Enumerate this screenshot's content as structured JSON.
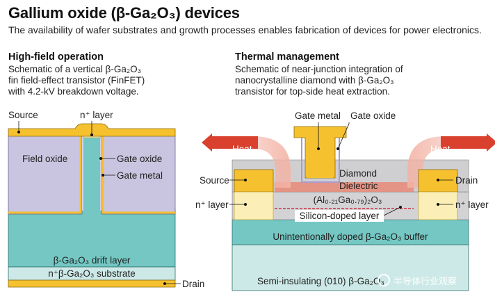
{
  "header": {
    "title": "Gallium oxide (β-Ga₂O₃) devices",
    "subtitle": "The availability of wafer substrates and growth processes enables fabrication of devices for power electronics."
  },
  "left_panel": {
    "title": "High-field operation",
    "description": [
      "Schematic of a vertical β-Ga₂O₃",
      "fin field-effect transistor (FinFET)",
      "with 4.2-kV breakdown voltage."
    ],
    "labels": {
      "source": "Source",
      "n_layer": "n⁺ layer",
      "field_oxide": "Field oxide",
      "gate_oxide": "Gate oxide",
      "gate_metal": "Gate metal",
      "drift_layer": "β-Ga₂O₃ drift layer",
      "substrate": "n⁺β-Ga₂O₃ substrate",
      "drain": "Drain"
    }
  },
  "right_panel": {
    "title": "Thermal management",
    "description": [
      "Schematic of near-junction integration of",
      "nanocrystalline diamond with β-Ga₂O₃",
      "transistor for top-side heat extraction."
    ],
    "labels": {
      "gate_metal": "Gate metal",
      "gate_oxide": "Gate oxide",
      "heat_left": "Heat",
      "heat_right": "Heat",
      "source": "Source",
      "drain": "Drain",
      "diamond": "Diamond",
      "dielectric": "Dielectric",
      "n_layer_left": "n⁺ layer",
      "n_layer_right": "n⁺ layer",
      "algao": "(Al₀.₂₁Ga₀.₇₉)₂O₃",
      "silicon_doped": "Silicon-doped layer",
      "buffer": "Unintentionally doped β-Ga₂O₃ buffer",
      "semi_insulating": "Semi-insulating (010) β-Ga₂O₃"
    },
    "watermark": "半导体行业观察"
  },
  "colors": {
    "metal_gold": "#f6c12e",
    "field_oxide": "#c9c4df",
    "gallium_oxide": "#74c7c3",
    "substrate": "#cde9e7",
    "n_layer": "#fbeeb6",
    "diamond": "#cfcfd2",
    "heat_arrow": "#d9412e",
    "heat_glow": "#f3b3a5"
  }
}
